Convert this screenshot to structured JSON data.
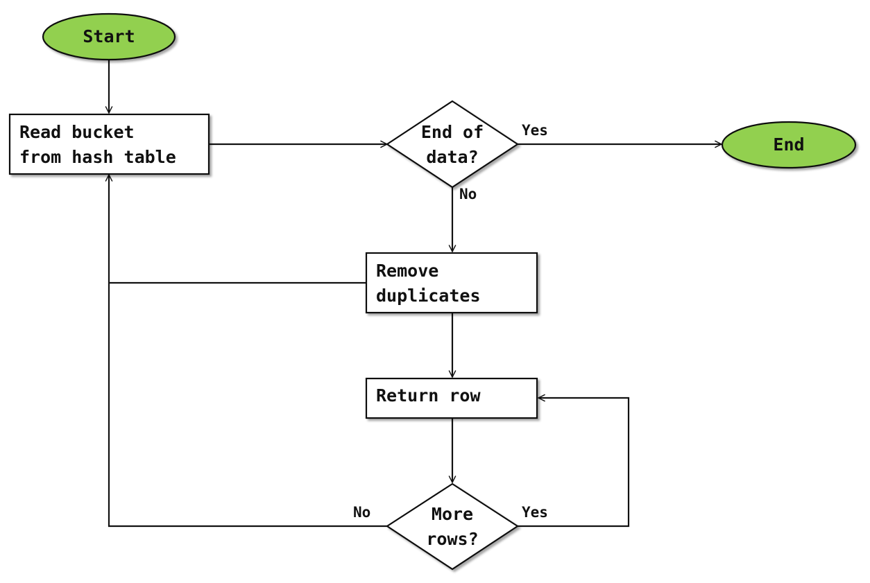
{
  "colors": {
    "terminal_fill": "#92d050",
    "stroke": "#111111",
    "background": "#ffffff"
  },
  "nodes": {
    "start": "Start",
    "end": "End",
    "read_bucket": {
      "line1": "Read bucket",
      "line2": "from hash table"
    },
    "end_of_data": {
      "line1": "End of",
      "line2": "data?"
    },
    "remove_duplicates": {
      "line1": "Remove",
      "line2": "duplicates"
    },
    "return_row": "Return row",
    "more_rows": {
      "line1": "More",
      "line2": "rows?"
    }
  },
  "edge_labels": {
    "end_of_data_yes": "Yes",
    "end_of_data_no": "No",
    "more_rows_yes": "Yes",
    "more_rows_no": "No"
  }
}
